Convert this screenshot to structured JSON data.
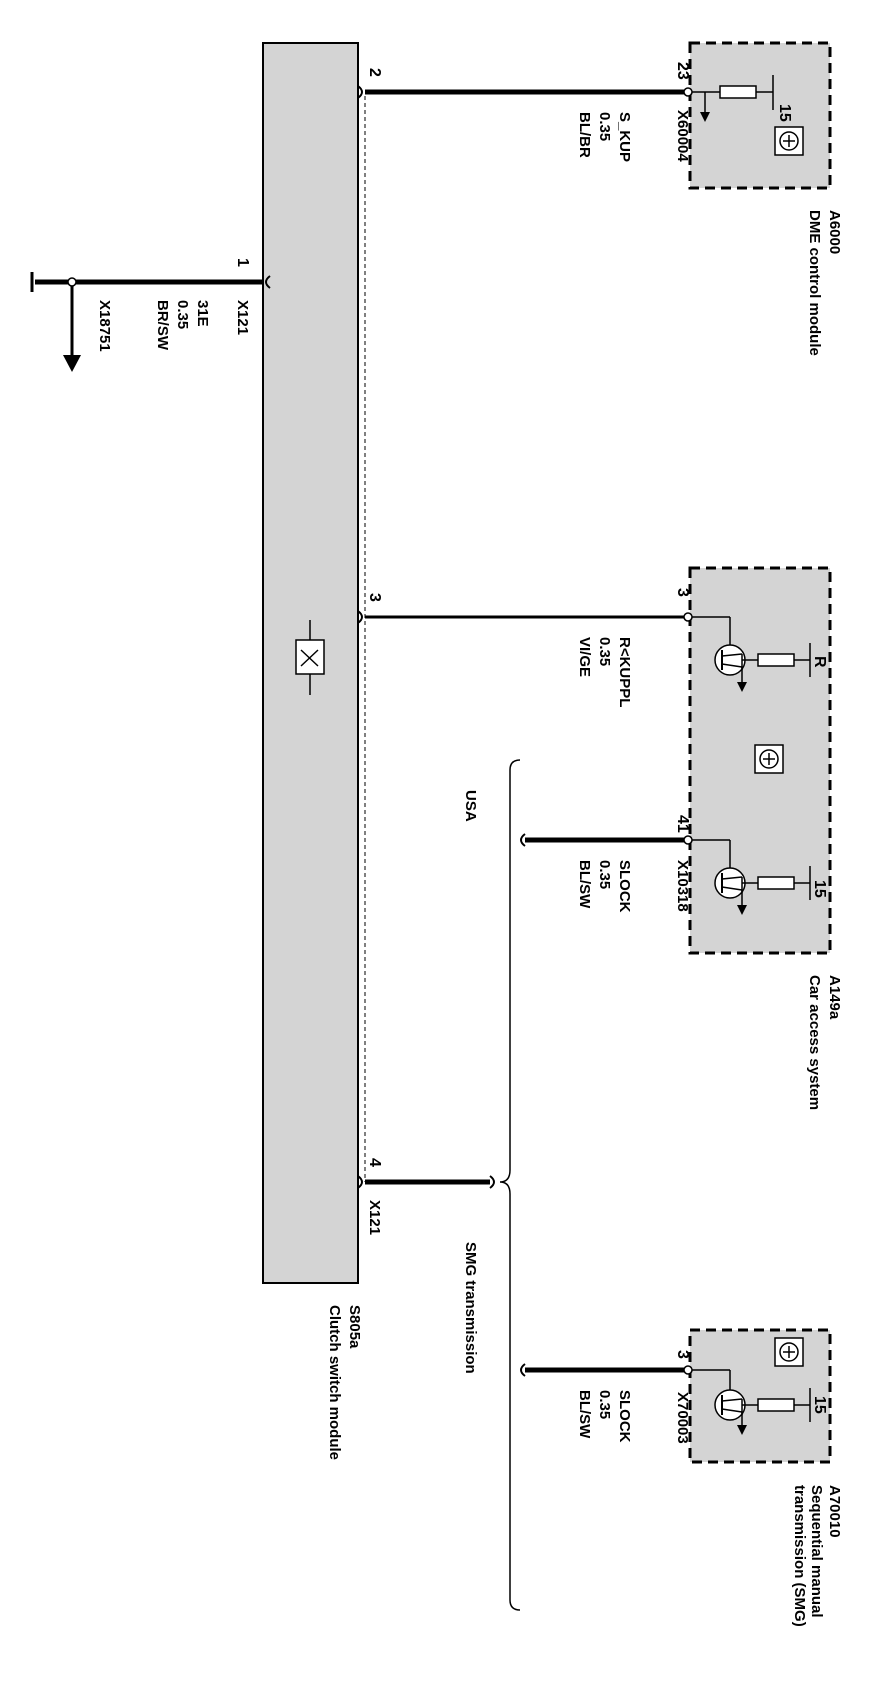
{
  "modules": {
    "dme": {
      "id": "A6000",
      "name": "DME control module",
      "connector": "X60004",
      "pin": "23",
      "supply": "15"
    },
    "cas": {
      "id": "A149a",
      "name": "Car access system",
      "connector": "X10318",
      "pin_r": "3",
      "pin_lock": "41",
      "supply_r": "R",
      "supply_lock": "15"
    },
    "smg": {
      "id": "A70010",
      "name_line1": "Sequential manual",
      "name_line2": "transmission (SMG)",
      "connector": "X70003",
      "pin": "3",
      "supply": "15"
    },
    "clutch": {
      "id": "S805a",
      "name": "Clutch switch module",
      "connector_top": "X121",
      "connector_bottom": "X121",
      "pin1": "1",
      "pin2": "2",
      "pin3": "3",
      "pin4": "4"
    }
  },
  "wires": {
    "s_kup": {
      "signal": "S_KUP",
      "size": "0.35",
      "color": "BL/BR"
    },
    "r_kuppl": {
      "signal": "R<KUPPL",
      "size": "0.35",
      "color": "VI/GE"
    },
    "slock_cas": {
      "signal": "SLOCK",
      "size": "0.35",
      "color": "BL/SW"
    },
    "slock_smg": {
      "signal": "SLOCK",
      "size": "0.35",
      "color": "BL/SW"
    },
    "ground": {
      "signal": "31E",
      "size": "0.35",
      "color": "BR/SW",
      "connector": "X18751"
    }
  },
  "variants": {
    "usa": "USA",
    "smg": "SMG transmission"
  }
}
